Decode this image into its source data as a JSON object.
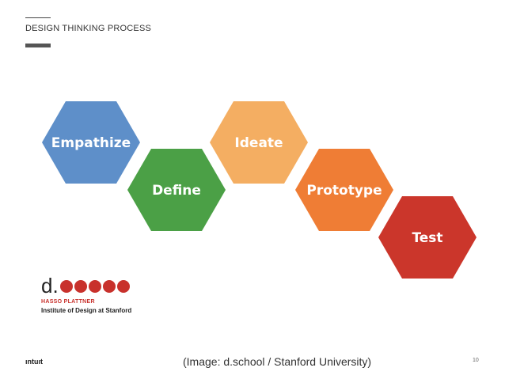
{
  "slide": {
    "title": "DESIGN THINKING PROCESS",
    "caption": "(Image: d.school / Stanford University)",
    "page_number": "10",
    "footer_brand": "ıntuıt"
  },
  "stages": [
    {
      "label": "Empathize",
      "color": "#5e8fc9"
    },
    {
      "label": "Define",
      "color": "#4ba046"
    },
    {
      "label": "Ideate",
      "color": "#f4ae62"
    },
    {
      "label": "Prototype",
      "color": "#ef7d35"
    },
    {
      "label": "Test",
      "color": "#cb362b"
    }
  ],
  "logo": {
    "mark": "d.",
    "line1": "HASSO PLATTNER",
    "line2": "Institute of Design at Stanford"
  }
}
